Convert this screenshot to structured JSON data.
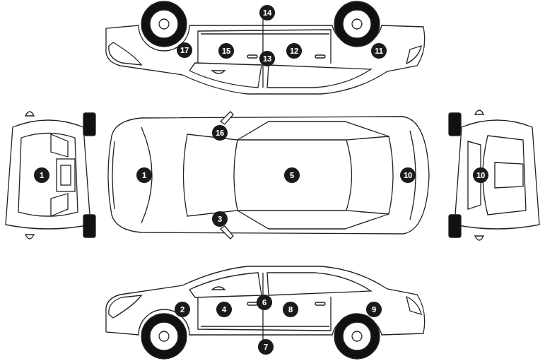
{
  "diagram": {
    "labels": [
      "14",
      "17",
      "15",
      "12",
      "11",
      "13",
      "16",
      "1",
      "1",
      "5",
      "10",
      "10",
      "3",
      "6",
      "2",
      "4",
      "8",
      "9",
      "7"
    ]
  }
}
